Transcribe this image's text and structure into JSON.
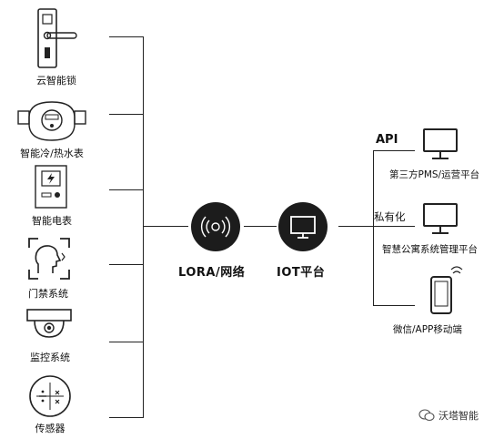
{
  "devices": [
    {
      "label": "云智能锁",
      "icon": "smart-lock-icon"
    },
    {
      "label": "智能冷/热水表",
      "icon": "water-meter-icon"
    },
    {
      "label": "智能电表",
      "icon": "electric-meter-icon"
    },
    {
      "label": "门禁系统",
      "icon": "face-access-icon"
    },
    {
      "label": "监控系统",
      "icon": "camera-icon"
    },
    {
      "label": "传感器",
      "icon": "sensor-icon"
    }
  ],
  "hub": {
    "label": "LORA/网络",
    "icon": "wireless-icon"
  },
  "platform": {
    "label": "IOT平台",
    "icon": "monitor-icon"
  },
  "outputs": [
    {
      "connector": "API",
      "label": "第三方PMS/运营平台",
      "icon": "monitor-icon"
    },
    {
      "connector": "私有化",
      "label": "智慧公寓系统管理平台",
      "icon": "monitor-icon"
    },
    {
      "connector": "",
      "label": "微信/APP移动端",
      "icon": "mobile-phone-icon"
    }
  ],
  "watermark": {
    "text": "沃塔智能",
    "icon": "wechat-icon"
  }
}
